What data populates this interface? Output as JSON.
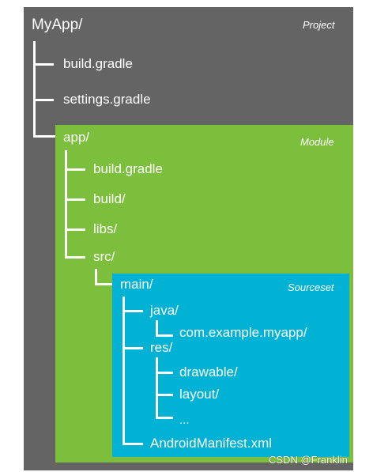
{
  "project": {
    "name": "MyApp/",
    "tag": "Project",
    "color": "#646464"
  },
  "project_files": [
    "build.gradle",
    "settings.gradle"
  ],
  "module": {
    "name": "app/",
    "tag": "Module",
    "color": "#7cbf3c"
  },
  "module_files": [
    "build.gradle",
    "build/",
    "libs/",
    "src/"
  ],
  "sourceset": {
    "name": "main/",
    "tag": "Sourceset",
    "color": "#02b2d5"
  },
  "java": {
    "name": "java/",
    "child": "com.example.myapp/"
  },
  "res": {
    "name": "res/",
    "children": [
      "drawable/",
      "layout/",
      "..."
    ]
  },
  "manifest": "AndroidManifest.xml",
  "watermark": "CSDN @Franklin"
}
